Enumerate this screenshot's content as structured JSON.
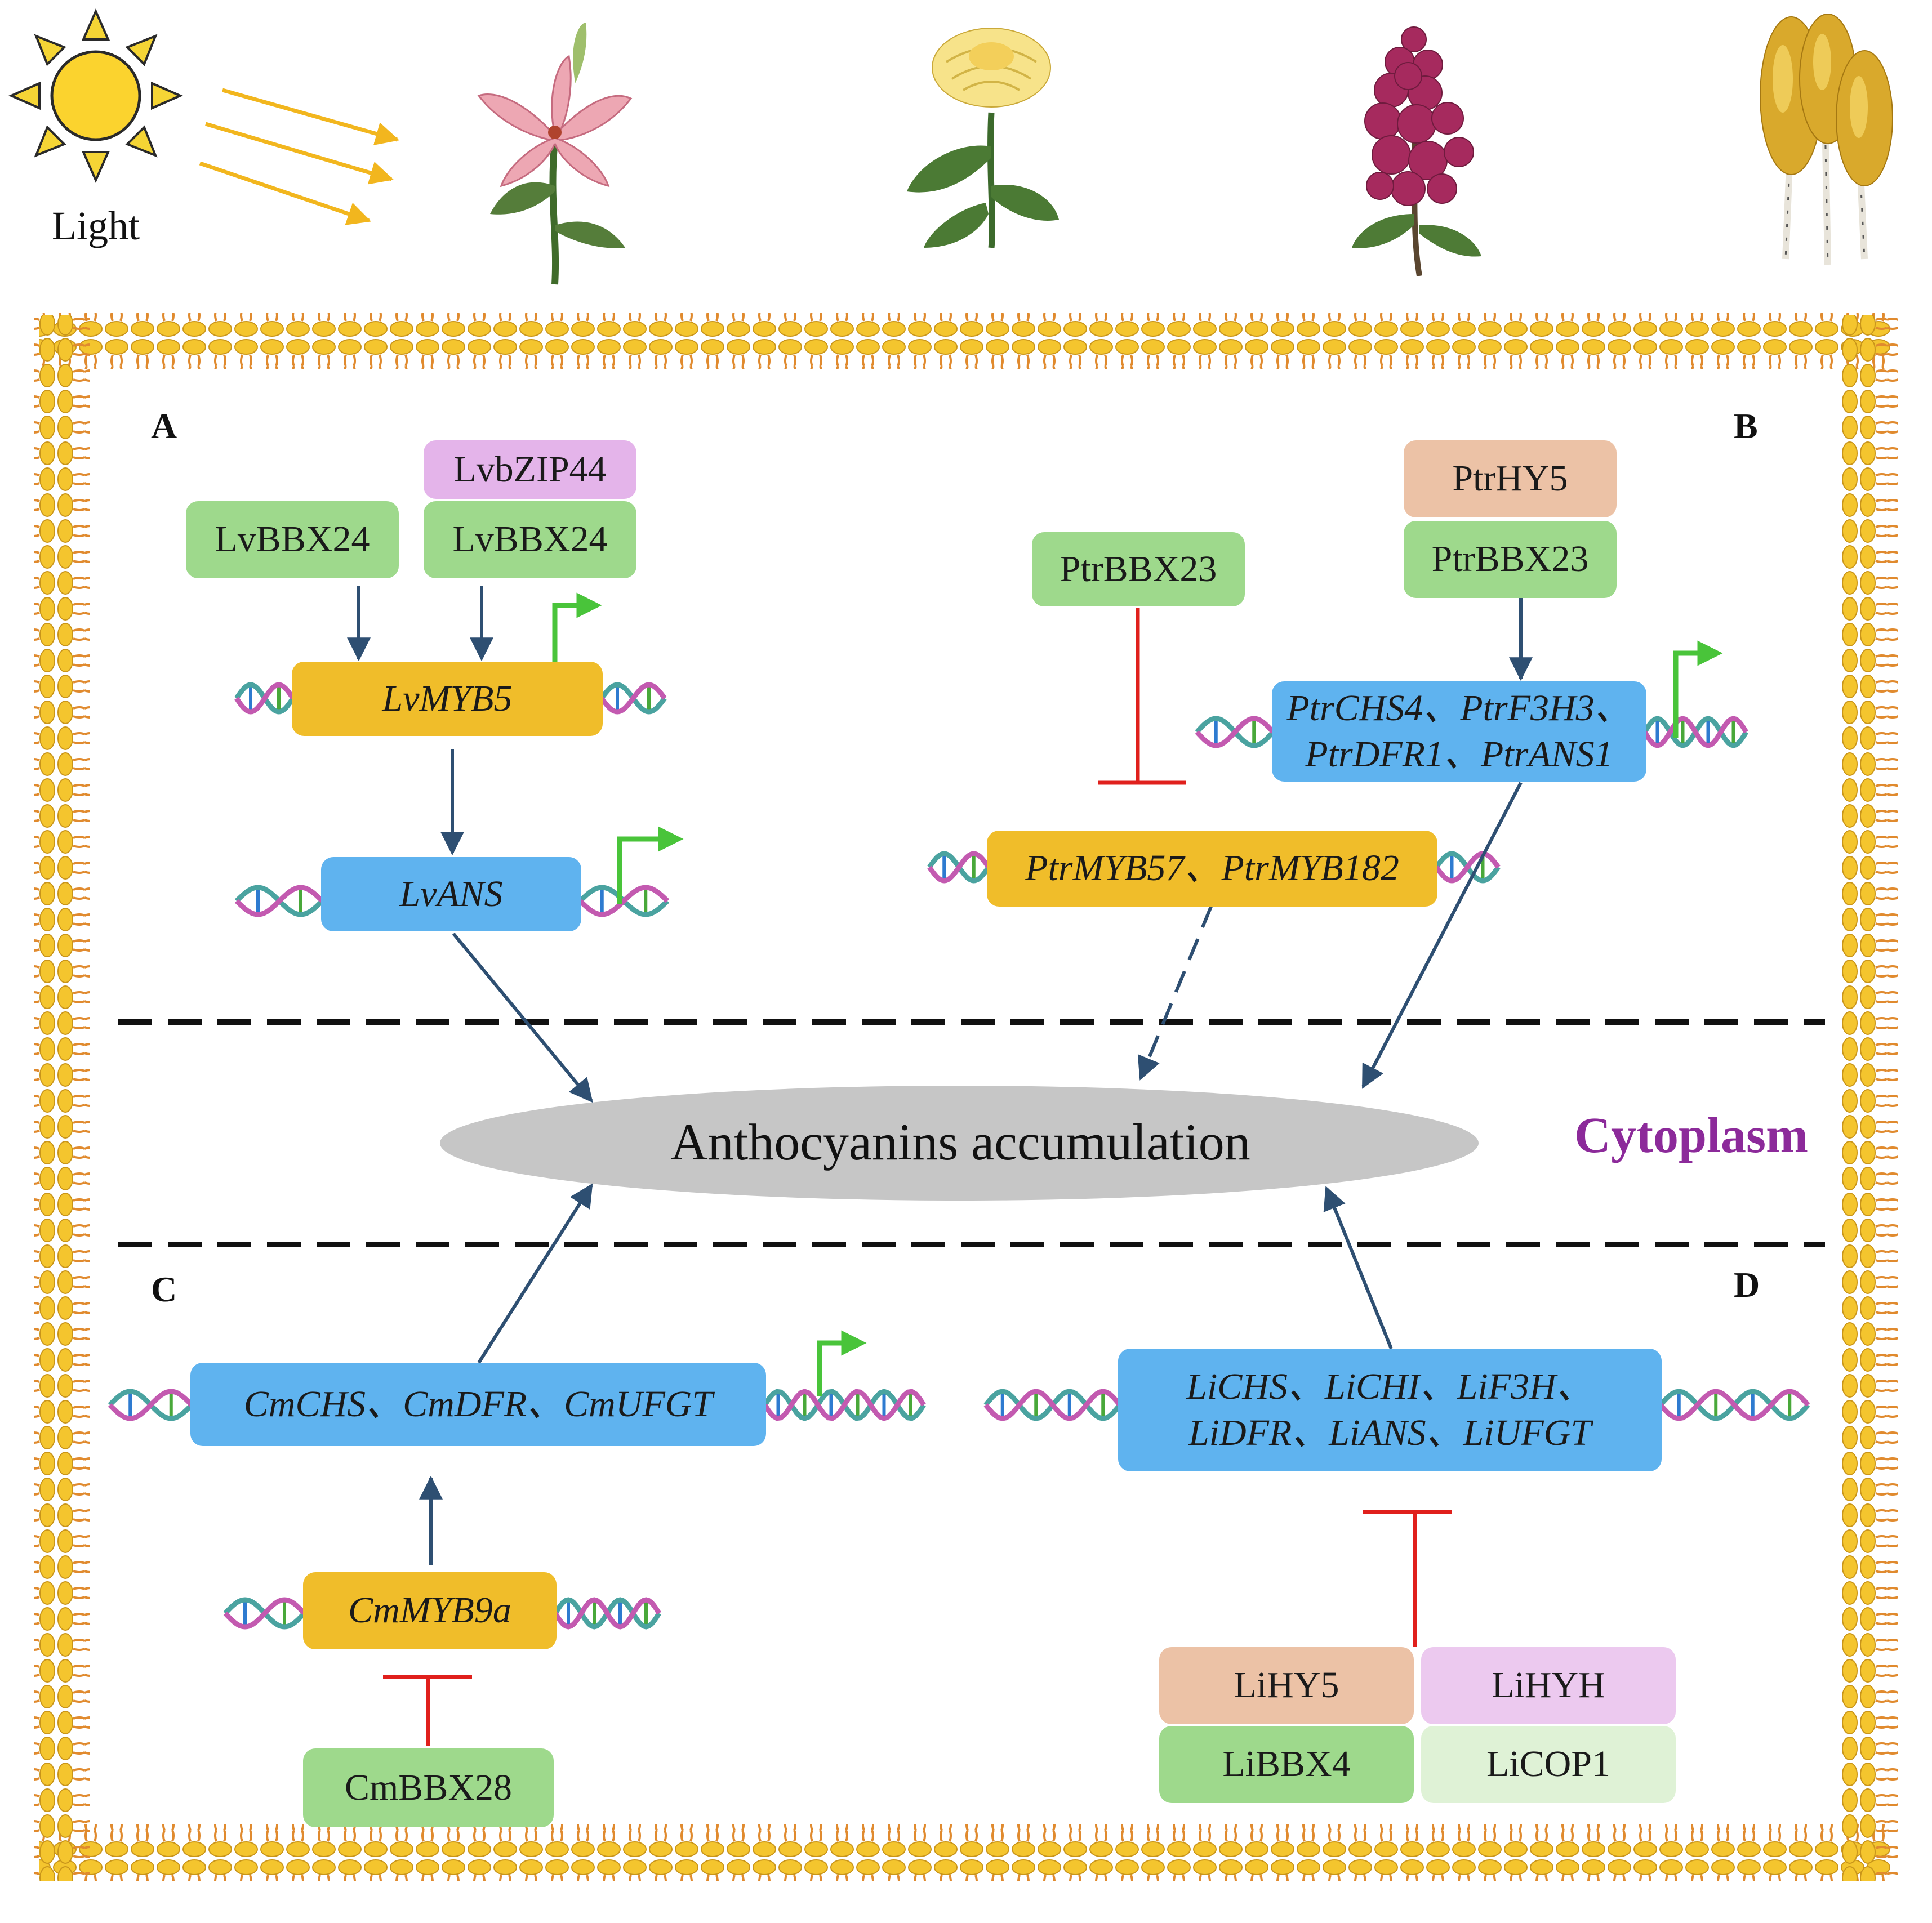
{
  "light": {
    "label": "Light"
  },
  "compartment": {
    "label": "Cytoplasm"
  },
  "center": {
    "label": "Anthocyanins accumulation"
  },
  "colors": {
    "membrane": "#f2c230",
    "membrane_inner": "#e08a2e",
    "activation_arrow": "#2e4f72",
    "repression": "#e0201c",
    "promoter_arrow": "#49c43a",
    "ellipse": "#c6c6c6"
  },
  "icons": [
    "sun-icon",
    "lily-flower-icon",
    "chrysanthemum-flower-icon",
    "crape-myrtle-flower-icon",
    "poplar-tree-icon",
    "dna-helix-icon",
    "promoter-arrow-icon"
  ],
  "panels": {
    "A": {
      "letter": "A",
      "proteins": {
        "left": "LvBBX24",
        "top": "LvbZIP44",
        "right": "LvBBX24"
      },
      "genes": {
        "myb": "LvMYB5",
        "target": "LvANS"
      }
    },
    "B": {
      "letter": "B",
      "proteins": {
        "repressor": "PtrBBX23",
        "top": "PtrHY5",
        "bottom": "PtrBBX23"
      },
      "genes": {
        "targets_line1": "PtrCHS4、PtrF3H3、",
        "targets_line2": "PtrDFR1、PtrANS1",
        "myb": "PtrMYB57、PtrMYB182"
      }
    },
    "C": {
      "letter": "C",
      "proteins": {
        "repressor": "CmBBX28"
      },
      "genes": {
        "targets": "CmCHS、CmDFR、CmUFGT",
        "myb": "CmMYB9a"
      }
    },
    "D": {
      "letter": "D",
      "proteins": {
        "hy5": "LiHY5",
        "hyh": "LiHYH",
        "bbx4": "LiBBX4",
        "cop1": "LiCOP1"
      },
      "genes": {
        "targets_line1": "LiCHS、LiCHI、LiF3H、",
        "targets_line2": "LiDFR、LiANS、LiUFGT"
      }
    }
  }
}
